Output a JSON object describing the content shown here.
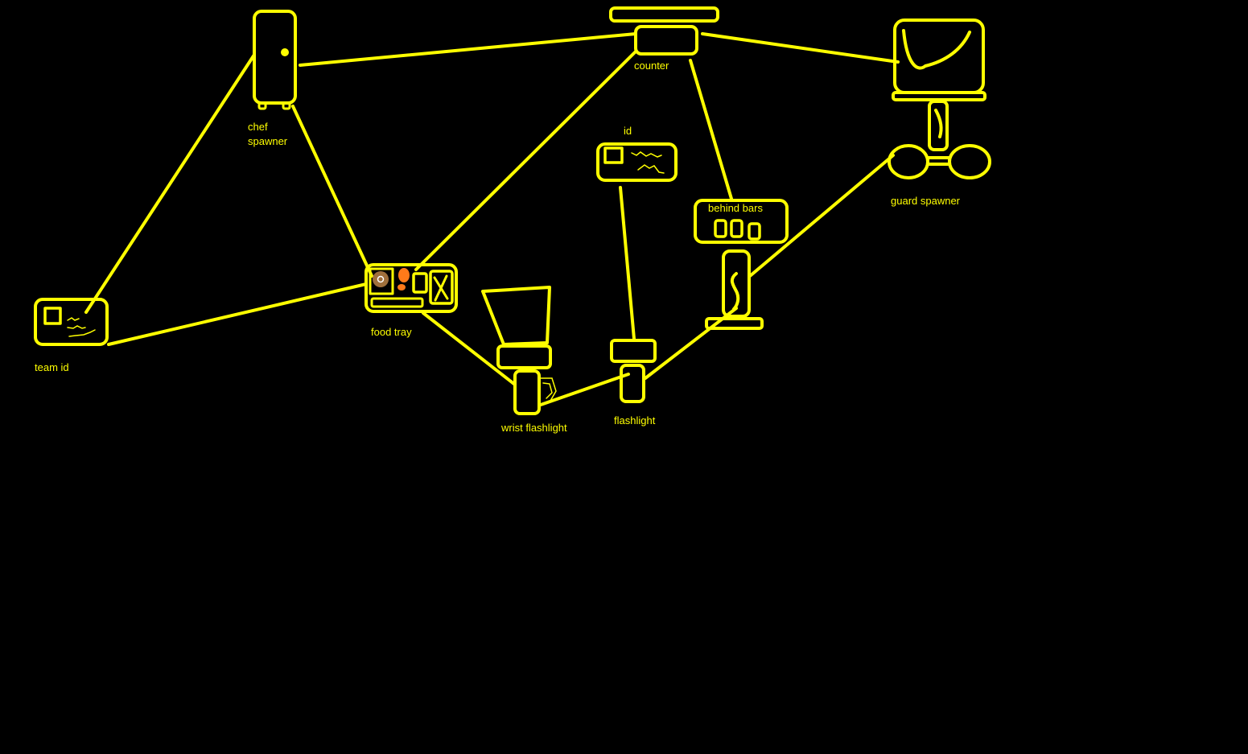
{
  "diagram": {
    "colors": {
      "background": "#000000",
      "ink": "#ffff00",
      "food_brown": "#a0703c",
      "food_orange": "#ff7a1a"
    },
    "nodes": {
      "chef_spawner": {
        "label_line1": "chef",
        "label_line2": "spawner",
        "icon": "fridge-icon"
      },
      "counter": {
        "label": "counter",
        "icon": "counter-icon"
      },
      "guard_spawner": {
        "label": "guard spawner",
        "icon": "security-desk-icon"
      },
      "id": {
        "label": "id",
        "icon": "id-card-icon"
      },
      "behind_bars": {
        "label": "behind bars",
        "icon": "jail-cell-icon"
      },
      "team_id": {
        "label": "team id",
        "icon": "id-card-icon"
      },
      "food_tray": {
        "label": "food tray",
        "icon": "food-tray-icon"
      },
      "wrist_flashlight": {
        "label": "wrist flashlight",
        "icon": "wrist-flashlight-icon"
      },
      "flashlight": {
        "label": "flashlight",
        "icon": "flashlight-icon"
      },
      "capsule": {
        "label": "",
        "icon": "capsule-icon"
      }
    },
    "edges": [
      {
        "from": "chef_spawner",
        "to": "counter"
      },
      {
        "from": "counter",
        "to": "guard_spawner"
      },
      {
        "from": "chef_spawner",
        "to": "team_id"
      },
      {
        "from": "chef_spawner",
        "to": "food_tray"
      },
      {
        "from": "counter",
        "to": "food_tray"
      },
      {
        "from": "counter",
        "to": "behind_bars"
      },
      {
        "from": "team_id",
        "to": "food_tray"
      },
      {
        "from": "food_tray",
        "to": "wrist_flashlight"
      },
      {
        "from": "wrist_flashlight",
        "to": "flashlight"
      },
      {
        "from": "id",
        "to": "flashlight"
      },
      {
        "from": "flashlight",
        "to": "capsule"
      },
      {
        "from": "capsule",
        "to": "guard_spawner"
      }
    ]
  }
}
